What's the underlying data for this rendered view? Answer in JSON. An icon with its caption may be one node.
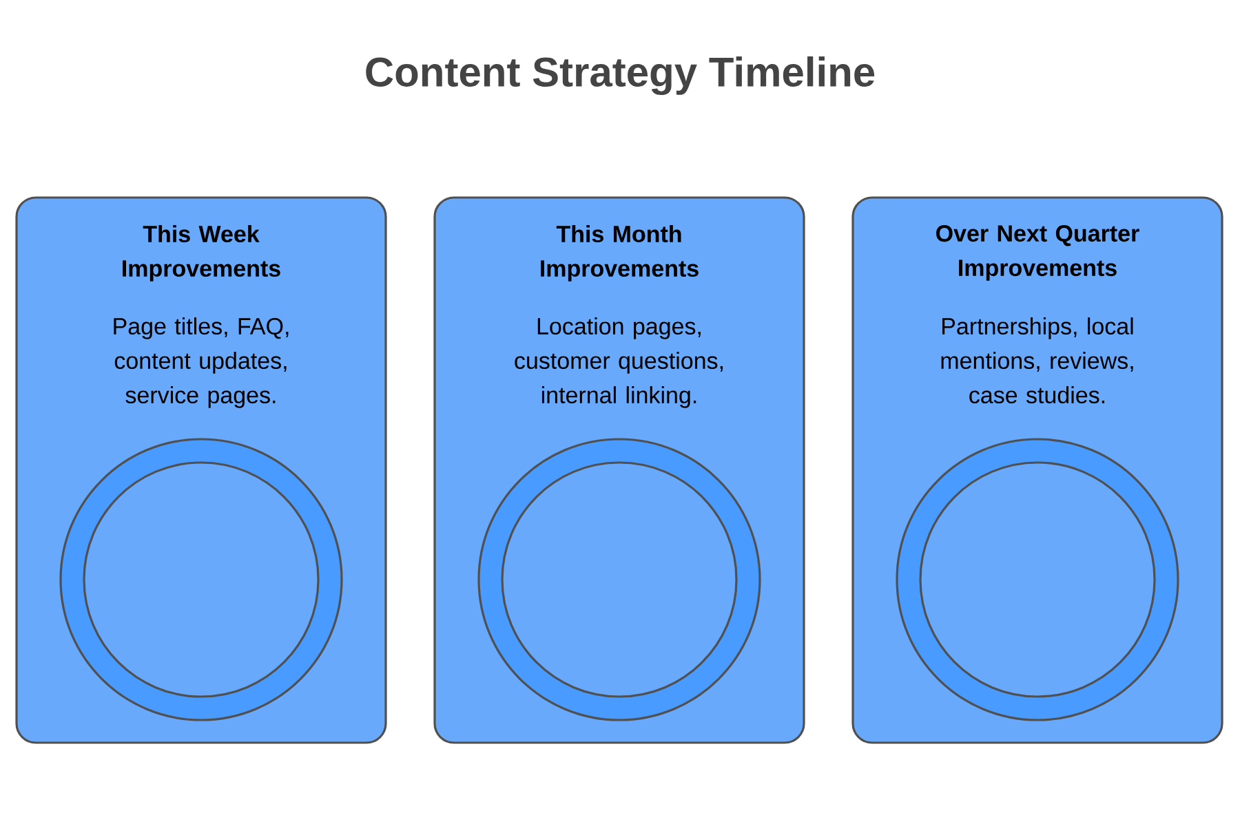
{
  "diagram": {
    "title": "Content Strategy Timeline",
    "nodes": [
      {
        "text": [
          "This Week Improvements",
          "Page titles, FAQ, content updates, service pages."
        ]
      },
      {
        "text": [],
        "shape": "circle",
        "in": 0
      },
      {
        "text": [
          "This Month Improvements",
          "Location pages, customer questions, internal linking."
        ]
      },
      {
        "text": [],
        "shape": "circle",
        "in": 2
      },
      {
        "text": [
          "Over Next Quarter Improvements",
          "Partnerships, local mentions, reviews, case studies."
        ]
      },
      {
        "text": [],
        "shape": "circle",
        "in": 4
      }
    ]
  }
}
